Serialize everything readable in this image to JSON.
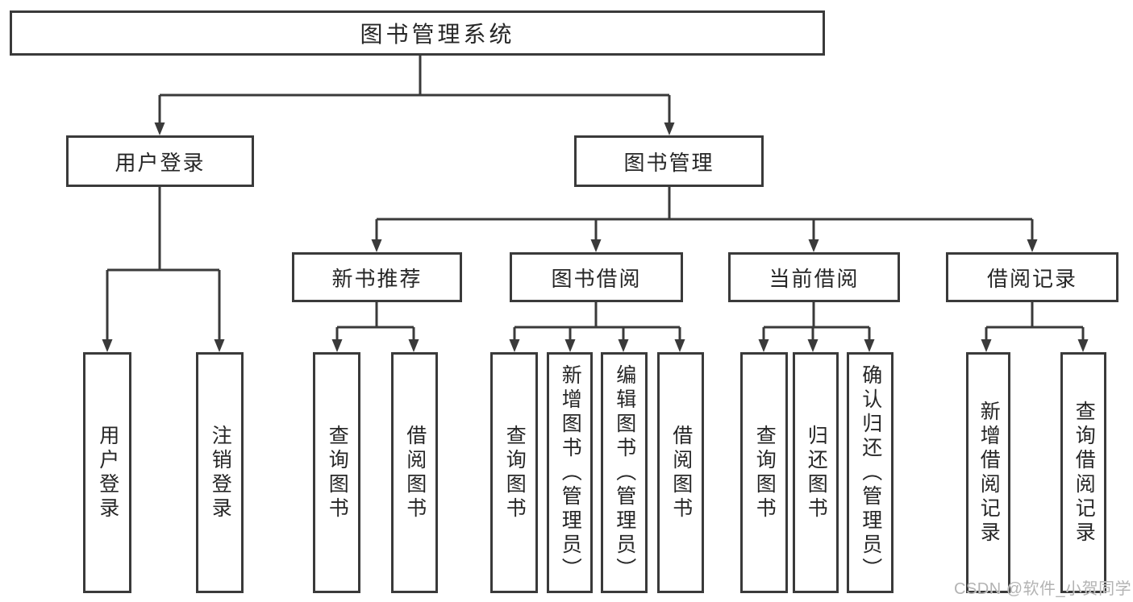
{
  "diagram": {
    "title": "图书管理系统",
    "root": {
      "label": "图书管理系统"
    },
    "level2": [
      {
        "label": "用户登录"
      },
      {
        "label": "图书管理"
      }
    ],
    "level3": [
      {
        "label": "新书推荐"
      },
      {
        "label": "图书借阅"
      },
      {
        "label": "当前借阅"
      },
      {
        "label": "借阅记录"
      }
    ],
    "leaves": {
      "user_login": [
        {
          "label": "用户登录"
        },
        {
          "label": "注销登录"
        }
      ],
      "new_book": [
        {
          "label": "查询图书"
        },
        {
          "label": "借阅图书"
        }
      ],
      "book_borrow": [
        {
          "label": "查询图书"
        },
        {
          "label": "新增图书（管理员）"
        },
        {
          "label": "编辑图书（管理员）"
        },
        {
          "label": "借阅图书"
        }
      ],
      "current_borrow": [
        {
          "label": "查询图书"
        },
        {
          "label": "归还图书"
        },
        {
          "label": "确认归还（管理员）"
        }
      ],
      "borrow_record": [
        {
          "label": "新增借阅记录"
        },
        {
          "label": "查询借阅记录"
        }
      ]
    },
    "watermark": "CSDN @软件_小贺同学",
    "colors": {
      "line": "#3a3a3a",
      "text": "#262626",
      "watermark": "#b3b3b3",
      "background": "#ffffff"
    }
  }
}
